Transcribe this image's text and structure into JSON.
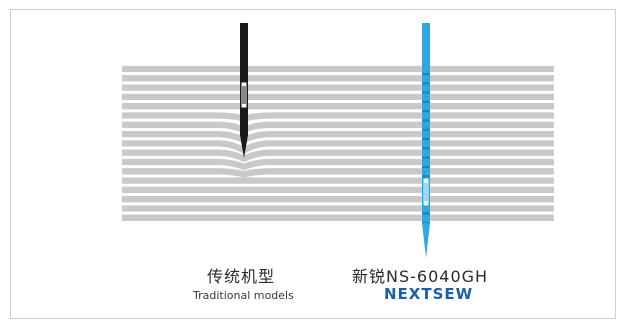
{
  "labels": {
    "traditional_cn": "传统机型",
    "traditional_en": "Traditional models",
    "product_cn": "新锐NS-6040GH",
    "brand": "NEXTSEW"
  },
  "colors": {
    "fabric_thread": "#c9c9c9",
    "traditional_needle": "#1a1a1a",
    "nextsew_needle": "#2fa7e0",
    "brand": "#1a5fa8"
  },
  "icons": {
    "traditional_needle": "needle-dark-icon",
    "nextsew_needle": "needle-blue-icon"
  }
}
